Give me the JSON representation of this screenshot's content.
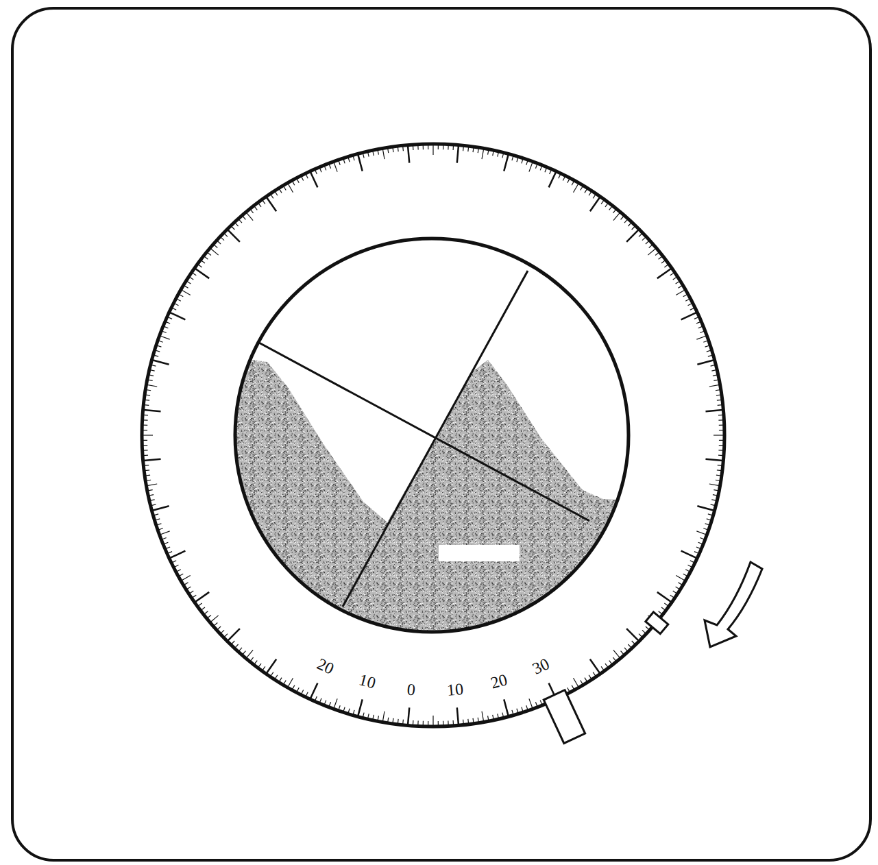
{
  "diagram": {
    "labels": [
      "20",
      "10",
      "0",
      "10",
      "20",
      "30"
    ]
  }
}
